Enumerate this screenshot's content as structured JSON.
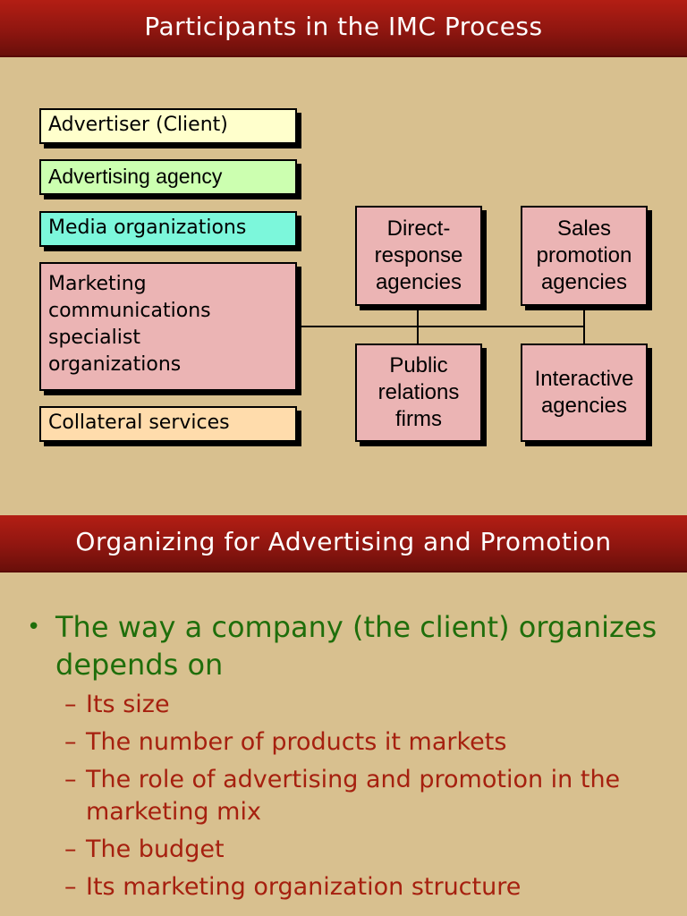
{
  "slide1": {
    "title": "Participants in the IMC Process",
    "left_boxes": [
      {
        "label": "Advertiser (Client)",
        "color": "#ffffcc"
      },
      {
        "label": "Advertising agency",
        "color": "#ccffb0"
      },
      {
        "label": "Media organizations",
        "color": "#7cf7db"
      },
      {
        "label": "Marketing\ncommunications\nspecialist\norganizations",
        "color": "#ebb4b4"
      },
      {
        "label": "Collateral services",
        "color": "#ffdcac"
      }
    ],
    "right_boxes": [
      {
        "label": "Direct-\nresponse\nagencies",
        "color": "#ebb4b4"
      },
      {
        "label": "Sales\npromotion\nagencies",
        "color": "#ebb4b4"
      },
      {
        "label": "Public\nrelations\nfirms",
        "color": "#ebb4b4"
      },
      {
        "label": "Interactive\nagencies",
        "color": "#ebb4b4"
      }
    ]
  },
  "slide2": {
    "title": "Organizing for Advertising and Promotion",
    "main_bullet": "The way a company (the client) organizes depends on",
    "sub_bullets": [
      "Its size",
      "The number of products it markets",
      "The role of advertising and promotion in the marketing mix",
      "The budget",
      "Its marketing organization structure"
    ]
  },
  "colors": {
    "background": "#d8c08f",
    "title_bar": "#8f1610",
    "main_bullet_text": "#1f6e0b",
    "sub_bullet_text": "#a6200f"
  }
}
